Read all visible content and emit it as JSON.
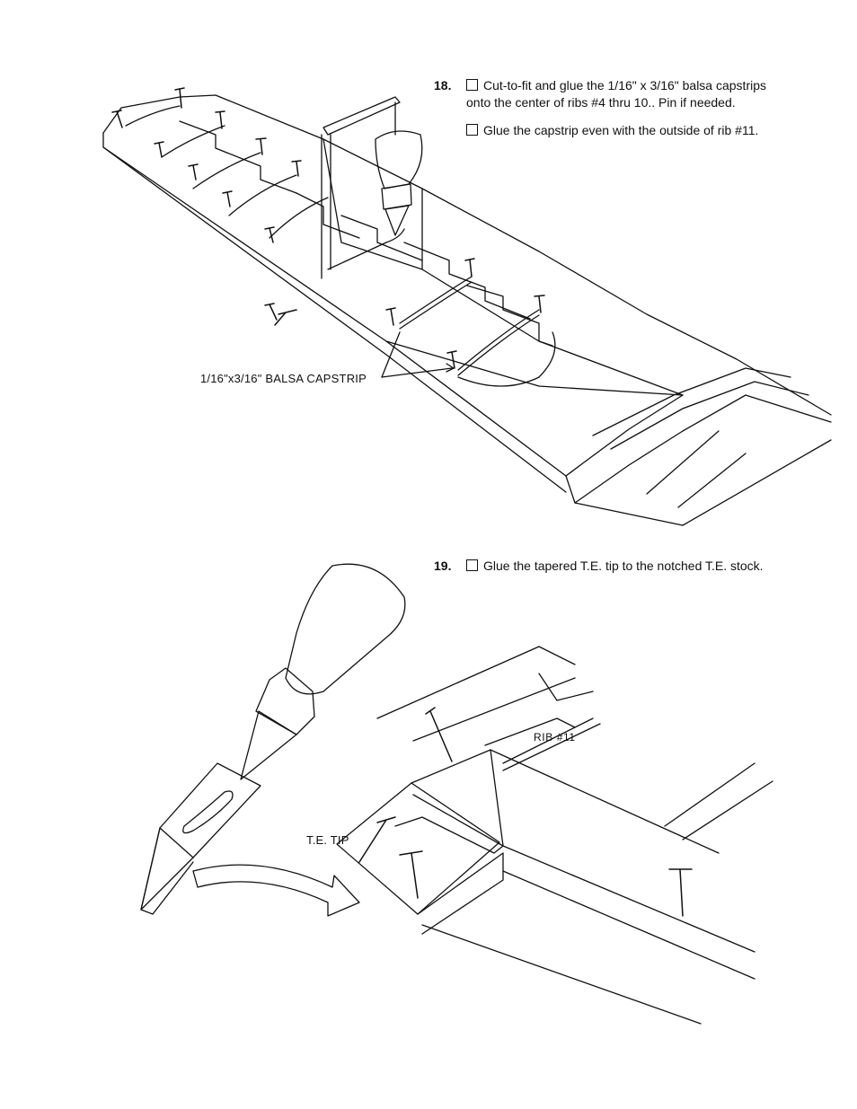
{
  "steps": [
    {
      "number": "18.",
      "lines": [
        "Cut-to-fit and glue the 1/16\" x 3/16\" balsa capstrips",
        "onto the center of ribs #4 thru 10.. Pin if needed."
      ],
      "sub": "Glue the capstrip even with the outside of rib #11."
    },
    {
      "number": "19.",
      "lines": [
        "Glue the tapered T.E. tip to the notched T.E. stock."
      ]
    }
  ],
  "labels": {
    "capstrip": "1/16\"x3/16\" BALSA CAPSTRIP",
    "te_tip": "T.E. TIP",
    "rib11": "RIB #11"
  }
}
